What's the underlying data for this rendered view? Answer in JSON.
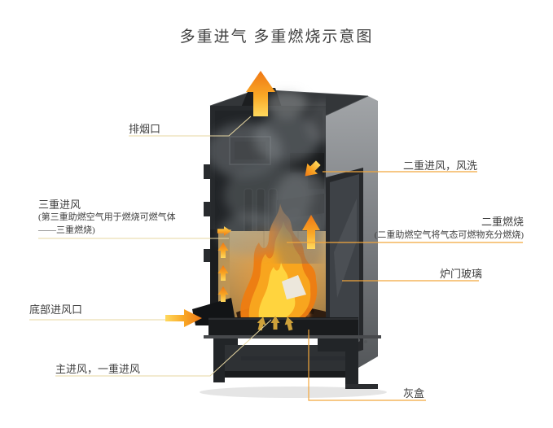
{
  "title": "多重进气 多重燃烧示意图",
  "labels": {
    "smoke_outlet": "排烟口",
    "tertiary_air_title": "三重进风",
    "tertiary_air_line1": "(第三重助燃空气用于燃烧可燃气体",
    "tertiary_air_line2": "——三重燃烧)",
    "bottom_air_inlet": "底部进风口",
    "primary_air": "主进风，一重进风",
    "secondary_air_wash": "二重进风，风洗",
    "secondary_combustion_title": "二重燃烧",
    "secondary_combustion_desc": "(二重助燃空气将气态可燃物充分燃烧)",
    "door_glass": "炉门玻璃",
    "ash_box": "灰盒"
  },
  "colors": {
    "background": "#ffffff",
    "text": "#3f3f3f",
    "leader_left": "#e7d7a2",
    "leader_right": "#f2a63c",
    "arrow_orange": "#ef7714",
    "arrow_yellow": "#ffd95e",
    "firebrick": "#c2a066",
    "flame_outer": "#ed7d12",
    "flame_mid": "#f8a51e",
    "flame_inner": "#ffd43e",
    "stove_dark": "#222528",
    "stove_panel": "#9b9ea1"
  }
}
